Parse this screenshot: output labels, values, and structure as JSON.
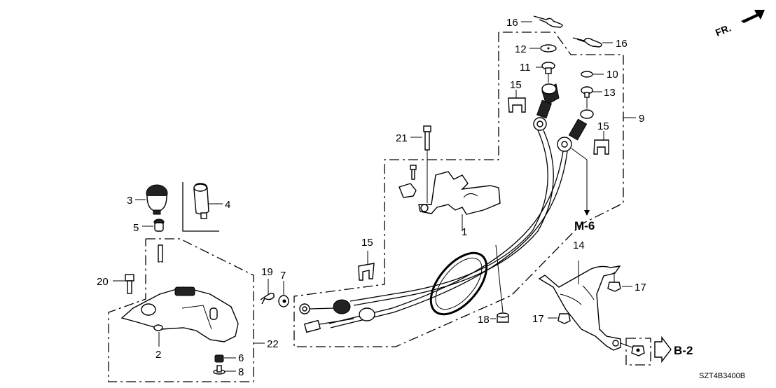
{
  "diagram": {
    "drawing_code": "SZT4B3400B",
    "orientation_label": "FR.",
    "references": [
      {
        "id": "m6",
        "text": "M-6"
      },
      {
        "id": "b2",
        "text": "B-2"
      }
    ],
    "callouts": [
      {
        "id": "c1",
        "text": "1",
        "part": "shift-cable-bracket"
      },
      {
        "id": "c2",
        "text": "2",
        "part": "shift-lever-assembly"
      },
      {
        "id": "c3",
        "text": "3",
        "part": "shift-knob"
      },
      {
        "id": "c4",
        "text": "4",
        "part": "shift-knob-alt"
      },
      {
        "id": "c5",
        "text": "5",
        "part": "knob-adapter"
      },
      {
        "id": "c6",
        "text": "6",
        "part": "collar"
      },
      {
        "id": "c7",
        "text": "7",
        "part": "bushing"
      },
      {
        "id": "c8",
        "text": "8",
        "part": "pin"
      },
      {
        "id": "c9",
        "text": "9",
        "part": "shift-select-cable-assembly"
      },
      {
        "id": "c10",
        "text": "10",
        "part": "washer"
      },
      {
        "id": "c11",
        "text": "11",
        "part": "clip-bolt"
      },
      {
        "id": "c12",
        "text": "12",
        "part": "washer"
      },
      {
        "id": "c13",
        "text": "13",
        "part": "clip-bolt"
      },
      {
        "id": "c14",
        "text": "14",
        "part": "cable-stay"
      },
      {
        "id": "c15a",
        "text": "15",
        "part": "cable-clip"
      },
      {
        "id": "c15b",
        "text": "15",
        "part": "cable-clip"
      },
      {
        "id": "c15c",
        "text": "15",
        "part": "cable-clip"
      },
      {
        "id": "c16a",
        "text": "16",
        "part": "cotter-pin"
      },
      {
        "id": "c16b",
        "text": "16",
        "part": "cotter-pin"
      },
      {
        "id": "c17a",
        "text": "17",
        "part": "flange-nut"
      },
      {
        "id": "c17b",
        "text": "17",
        "part": "flange-nut"
      },
      {
        "id": "c18",
        "text": "18",
        "part": "flange-nut"
      },
      {
        "id": "c19",
        "text": "19",
        "part": "clip"
      },
      {
        "id": "c20",
        "text": "20",
        "part": "flange-bolt"
      },
      {
        "id": "c21",
        "text": "21",
        "part": "flange-bolt"
      },
      {
        "id": "c22",
        "text": "22",
        "part": "shift-lever-kit"
      }
    ]
  }
}
